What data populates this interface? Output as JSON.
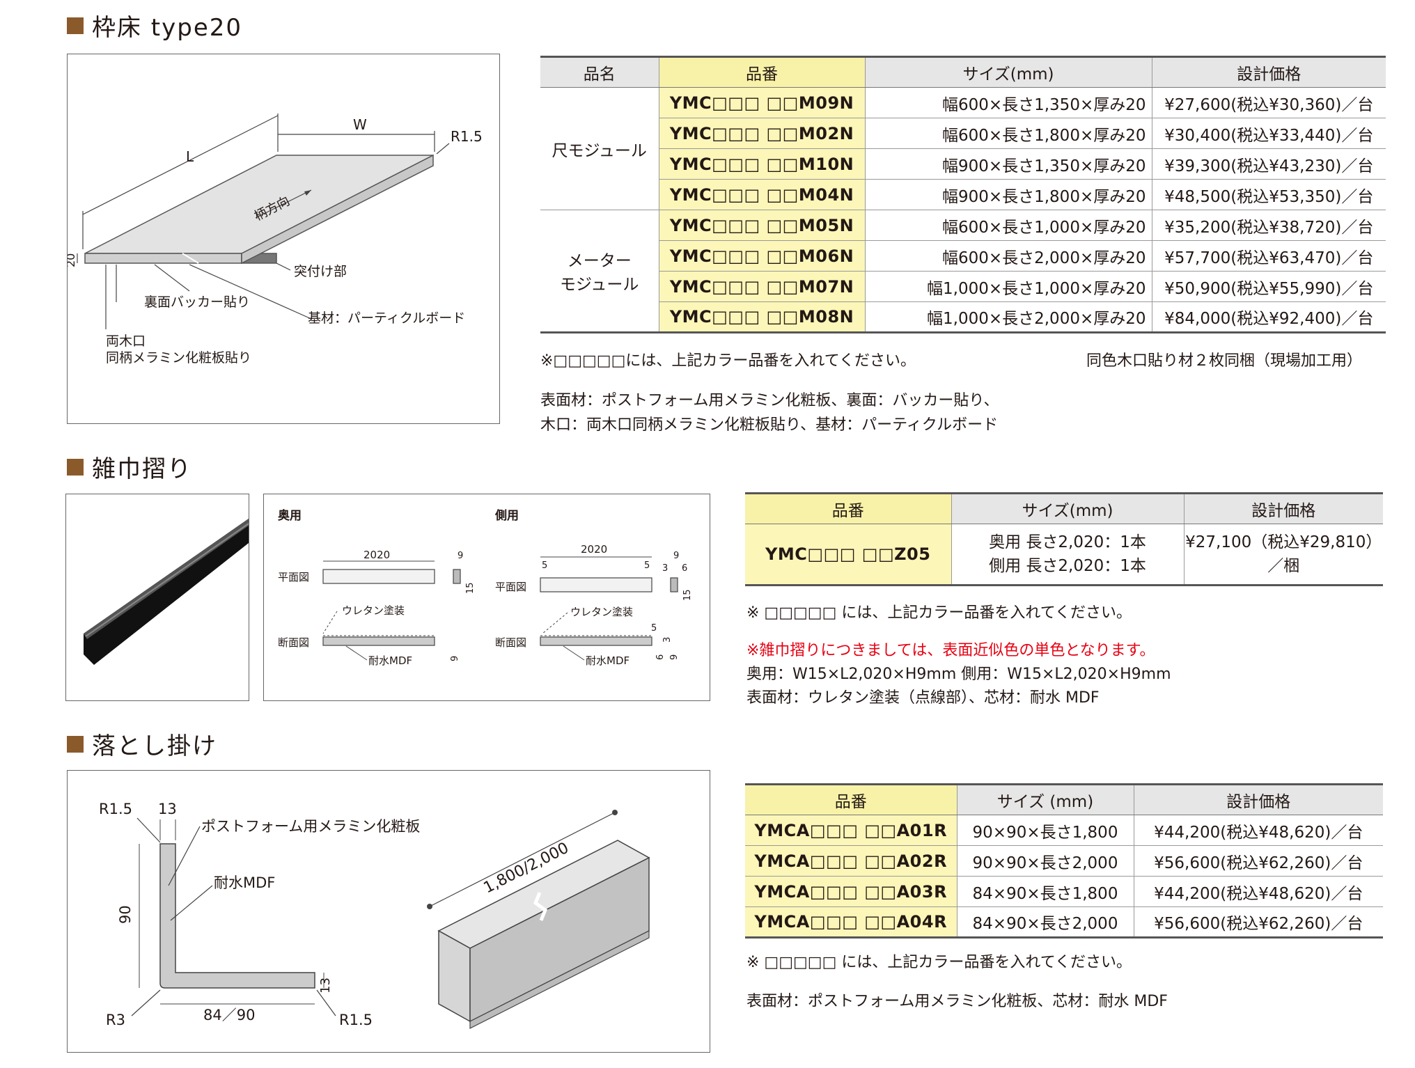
{
  "section1": {
    "title": "枠床 type20",
    "diagram": {
      "L": "L",
      "W": "W",
      "R": "R1.5",
      "direction": "柄方向",
      "thick": "20",
      "butt": "突付け部",
      "back": "裏面バッカー貼り",
      "base": "基材：パーティクルボード",
      "edge1": "両木口",
      "edge2": "同柄メラミン化粧板貼り"
    },
    "table": {
      "headers": [
        "品名",
        "品番",
        "サイズ(mm)",
        "設計価格"
      ],
      "group1": "尺モジュール",
      "group2a": "メーター",
      "group2b": "モジュール",
      "rows": [
        {
          "code": "YMC□□□ □□M09N",
          "size": "幅600×長さ1,350×厚み20",
          "price": "¥27,600(税込¥30,360)／台"
        },
        {
          "code": "YMC□□□ □□M02N",
          "size": "幅600×長さ1,800×厚み20",
          "price": "¥30,400(税込¥33,440)／台"
        },
        {
          "code": "YMC□□□ □□M10N",
          "size": "幅900×長さ1,350×厚み20",
          "price": "¥39,300(税込¥43,230)／台"
        },
        {
          "code": "YMC□□□ □□M04N",
          "size": "幅900×長さ1,800×厚み20",
          "price": "¥48,500(税込¥53,350)／台"
        },
        {
          "code": "YMC□□□ □□M05N",
          "size": "幅600×長さ1,000×厚み20",
          "price": "¥35,200(税込¥38,720)／台"
        },
        {
          "code": "YMC□□□ □□M06N",
          "size": "幅600×長さ2,000×厚み20",
          "price": "¥57,700(税込¥63,470)／台"
        },
        {
          "code": "YMC□□□ □□M07N",
          "size": "幅1,000×長さ1,000×厚み20",
          "price": "¥50,900(税込¥55,990)／台"
        },
        {
          "code": "YMC□□□ □□M08N",
          "size": "幅1,000×長さ2,000×厚み20",
          "price": "¥84,000(税込¥92,400)／台"
        }
      ]
    },
    "note1": "※□□□□□には、上記カラー品番を入れてください。",
    "note_right": "同色木口貼り材２枚同梱（現場加工用）",
    "note2": "表面材：ポストフォーム用メラミン化粧板、裏面：バッカー貼り、",
    "note3": "木口：両木口同柄メラミン化粧板貼り、基材：パーティクルボード"
  },
  "section2": {
    "title": "雑巾摺り",
    "diagram": {
      "back_use": "奥用",
      "side_use": "側用",
      "plan": "平面図",
      "section": "断面図",
      "len": "2020",
      "urethane": "ウレタン塗装",
      "mdf": "耐水MDF",
      "d9": "9",
      "d15": "15",
      "d5": "5",
      "d3": "3",
      "d6": "6"
    },
    "table": {
      "headers": [
        "品番",
        "サイズ(mm)",
        "設計価格"
      ],
      "code": "YMC□□□ □□Z05",
      "size1": "奥用 長さ2,020：1本",
      "size2": "側用 長さ2,020：1本",
      "price1": "¥27,100（税込¥29,810）",
      "price2": "／梱"
    },
    "note1": "※ □□□□□ には、上記カラー品番を入れてください。",
    "note_red": "※雑巾摺りにつきましては、表面近似色の単色となります。",
    "note2": "奥用：W15×L2,020×H9mm 側用：W15×L2,020×H9mm",
    "note3": "表面材：ウレタン塗装（点線部）、芯材：耐水 MDF"
  },
  "section3": {
    "title": "落とし掛け",
    "diagram": {
      "r15a": "R1.5",
      "d13a": "13",
      "melamine": "ポストフォーム用メラミン化粧板",
      "mdf": "耐水MDF",
      "d90": "90",
      "d13b": "13",
      "r3": "R3",
      "w": "84／90",
      "r15b": "R1.5",
      "len": "1,800/2,000"
    },
    "table": {
      "headers": [
        "品番",
        "サイズ (mm)",
        "設計価格"
      ],
      "rows": [
        {
          "code": "YMCA□□□ □□A01R",
          "size": "90×90×長さ1,800",
          "price": "¥44,200(税込¥48,620)／台"
        },
        {
          "code": "YMCA□□□ □□A02R",
          "size": "90×90×長さ2,000",
          "price": "¥56,600(税込¥62,260)／台"
        },
        {
          "code": "YMCA□□□ □□A03R",
          "size": "84×90×長さ1,800",
          "price": "¥44,200(税込¥48,620)／台"
        },
        {
          "code": "YMCA□□□ □□A04R",
          "size": "84×90×長さ2,000",
          "price": "¥56,600(税込¥62,260)／台"
        }
      ]
    },
    "note1": "※ □□□□□ には、上記カラー品番を入れてください。",
    "note2": "表面材：ポストフォーム用メラミン化粧板、芯材：耐水 MDF"
  }
}
